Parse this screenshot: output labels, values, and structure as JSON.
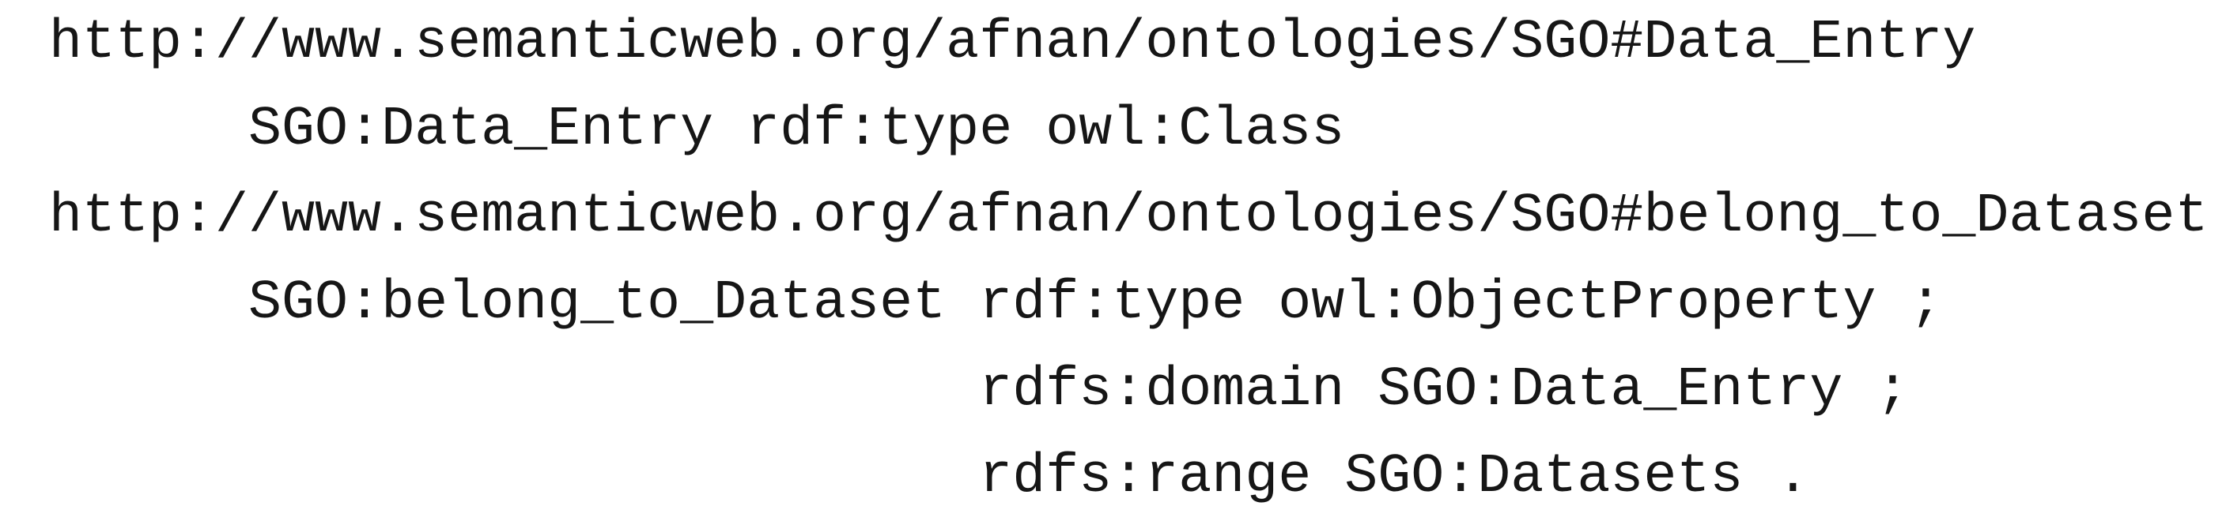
{
  "colors": {
    "background": "#ffffff",
    "text": "#161616"
  },
  "code": {
    "lines": [
      "http://www.semanticweb.org/afnan/ontologies/SGO#Data_Entry",
      "      SGO:Data_Entry rdf:type owl:Class",
      "http://www.semanticweb.org/afnan/ontologies/SGO#belong_to_Dataset",
      "      SGO:belong_to_Dataset rdf:type owl:ObjectProperty ;",
      "                            rdfs:domain SGO:Data_Entry ;",
      "                            rdfs:range SGO:Datasets ."
    ]
  }
}
